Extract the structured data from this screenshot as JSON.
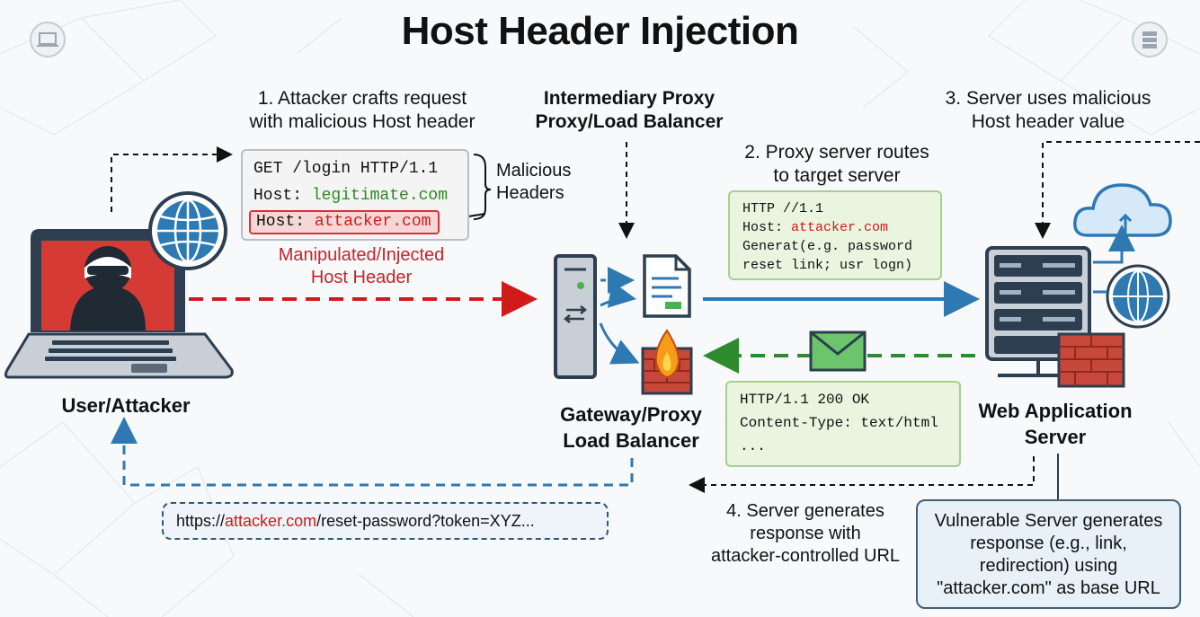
{
  "title": "Host Header Injection",
  "steps": {
    "step1": [
      "1. Attacker crafts request",
      "with malicious Host header"
    ],
    "proxy_heading": [
      "Intermediary Proxy",
      "Proxy/Load Balancer"
    ],
    "step2": [
      "2. Proxy server routes",
      "to target server"
    ],
    "step3": [
      "3. Server uses malicious",
      "Host header value"
    ],
    "step4": [
      "4. Server generates",
      "response with",
      "attacker-controlled URL"
    ]
  },
  "request": {
    "line1": "GET /login HTTP/1.1",
    "host_label": "Host: ",
    "host_legit": "legitimate.com",
    "host_attacker": "attacker.com",
    "brace_label": [
      "Malicious",
      "Headers"
    ],
    "injected_label": [
      "Manipulated/Injected",
      "Host Header"
    ]
  },
  "forwarded": {
    "line1": "HTTP //1.1",
    "host_label": "Host: ",
    "host_value": "attacker.com",
    "line3": "Generat(e.g. password",
    "line4": "reset link; usr logn)"
  },
  "response": {
    "line1": "HTTP/1.1 200 OK",
    "line2": "Content-Type: text/html",
    "line3": "..."
  },
  "labels": {
    "attacker": "User/Attacker",
    "gateway": [
      "Gateway/Proxy",
      "Load Balancer"
    ],
    "server": [
      "Web Application",
      "Server"
    ]
  },
  "url": {
    "prefix": "https://",
    "domain": "attacker.com",
    "suffix": "/reset-password?token=XYZ..."
  },
  "vulnerable_note": [
    "Vulnerable Server generates",
    "response (e.g., link,",
    "redirection) using",
    "\"attacker.com\" as base URL"
  ],
  "colors": {
    "attack_red": "#d11a1a",
    "flow_blue": "#2f79b3",
    "return_green": "#2e8b2e",
    "dark_navy": "#2d3e50"
  },
  "icons": [
    "laptop-icon",
    "hacker-icon",
    "globe-icon",
    "server-tower-icon",
    "document-icon",
    "firewall-icon",
    "server-rack-icon",
    "cloud-icon",
    "envelope-icon"
  ]
}
